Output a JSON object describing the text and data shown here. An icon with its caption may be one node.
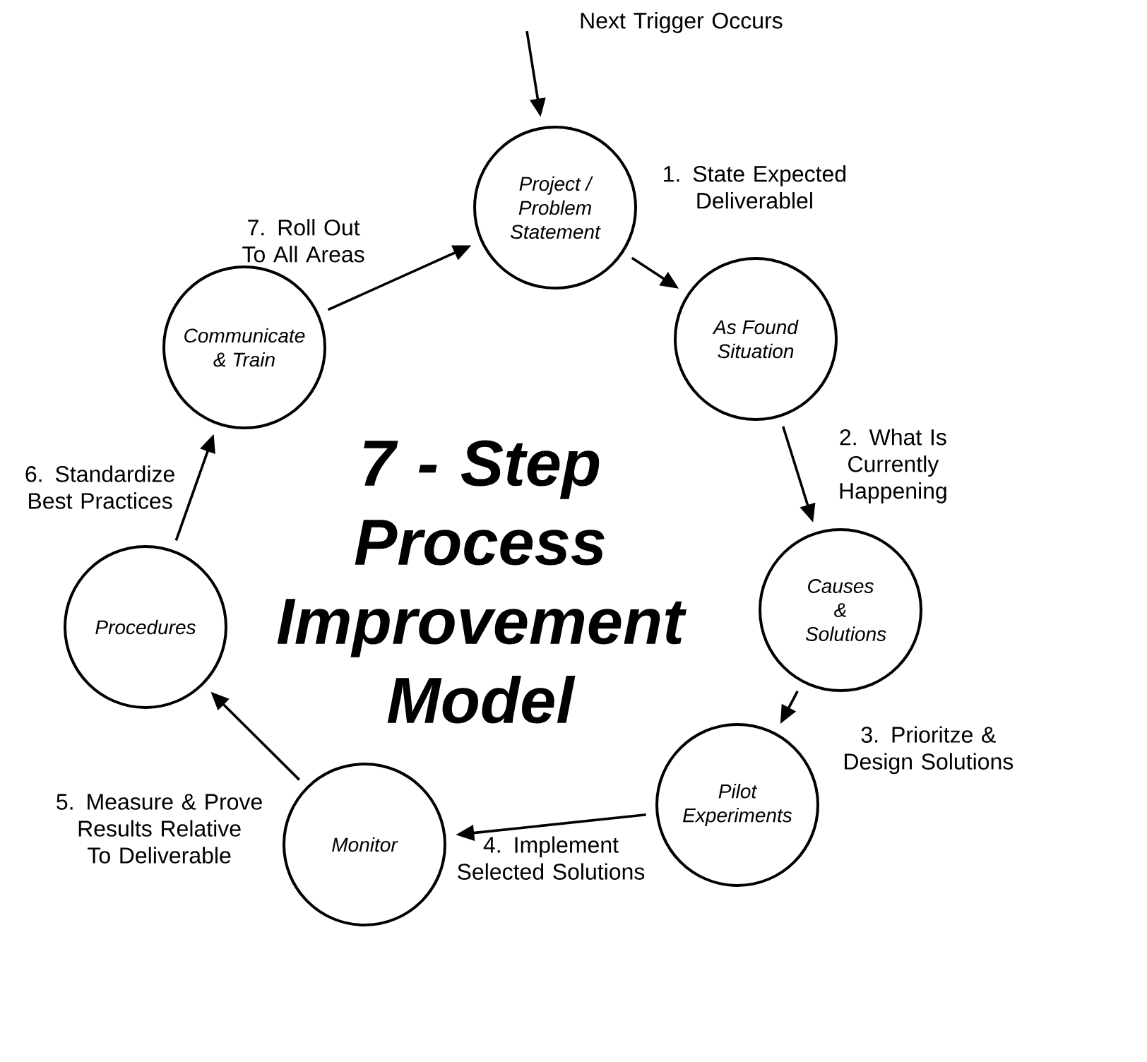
{
  "diagram": {
    "title": "7 - Step Process Improvement Model",
    "nodes": [
      {
        "text": [
          "Project / Problem Statement"
        ]
      },
      {
        "text": [
          "As Found Situation"
        ]
      },
      {
        "text": [
          "Causes & Solutions"
        ]
      },
      {
        "text": [
          "Pilot Experiments"
        ]
      },
      {
        "text": [
          "Monitor"
        ]
      },
      {
        "text": [
          "Procedures"
        ]
      },
      {
        "text": [
          "Communicate & Train"
        ]
      }
    ],
    "edges": [
      {
        "from": null,
        "to": 0,
        "arrow": "to",
        "label": "Next Trigger Occurs"
      },
      {
        "from": 0,
        "to": 1,
        "arrow": "to",
        "label": "1. State Expected Deliverablel"
      },
      {
        "from": 1,
        "to": 2,
        "arrow": "to",
        "label": "2. What Is Currently Happening"
      },
      {
        "from": 2,
        "to": 3,
        "arrow": "to",
        "label": "3. Prioritze & Design Solutions"
      },
      {
        "from": 3,
        "to": 4,
        "arrow": "to",
        "label": "4. Implement Selected Solutions"
      },
      {
        "from": 4,
        "to": 5,
        "arrow": "to",
        "label": "5. Measure & Prove Results Relative To Deliverable"
      },
      {
        "from": 5,
        "to": 6,
        "arrow": "to",
        "label": "6. Standardize Best Practices"
      },
      {
        "from": 6,
        "to": 0,
        "arrow": "to",
        "label": "7. Roll Out To All Areas"
      }
    ]
  }
}
